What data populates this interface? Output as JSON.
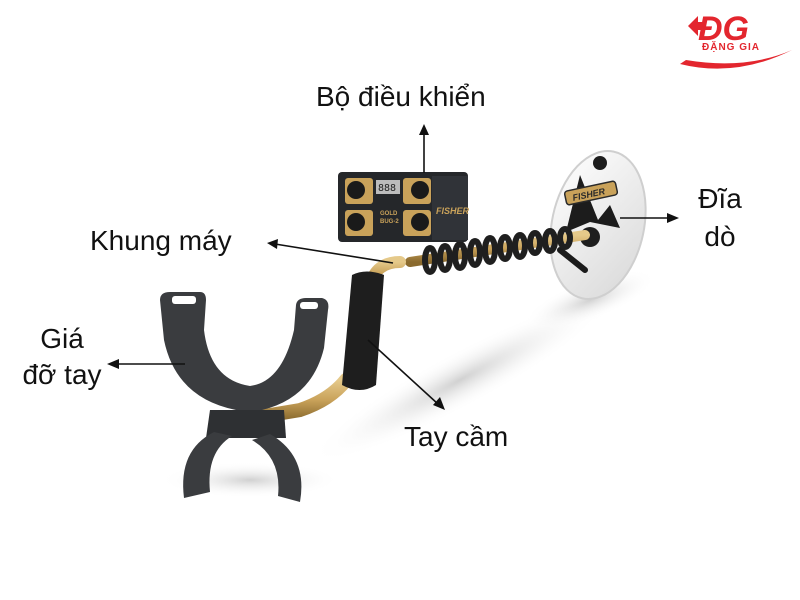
{
  "logo": {
    "monogram": "ĐG",
    "brand": "ĐẶNG GIA",
    "color": "#e3262e"
  },
  "diagram": {
    "subject": "metal detector",
    "colors": {
      "body": "#2b2d30",
      "gold": "#c9a25a",
      "coil": "#f2f2f2",
      "arrow": "#111111"
    },
    "labels": [
      {
        "id": "control-box",
        "text": "Bộ điều khiển"
      },
      {
        "id": "frame",
        "text": "Khung máy"
      },
      {
        "id": "search-coil",
        "line1": "Đĩa",
        "line2": "dò"
      },
      {
        "id": "arm-rest",
        "line1": "Giá",
        "line2": "đỡ tay"
      },
      {
        "id": "handle",
        "text": "Tay cầm"
      }
    ],
    "device_markings": {
      "brand": "FISHER",
      "model": "GOLD BUG-2",
      "display": "888"
    }
  }
}
